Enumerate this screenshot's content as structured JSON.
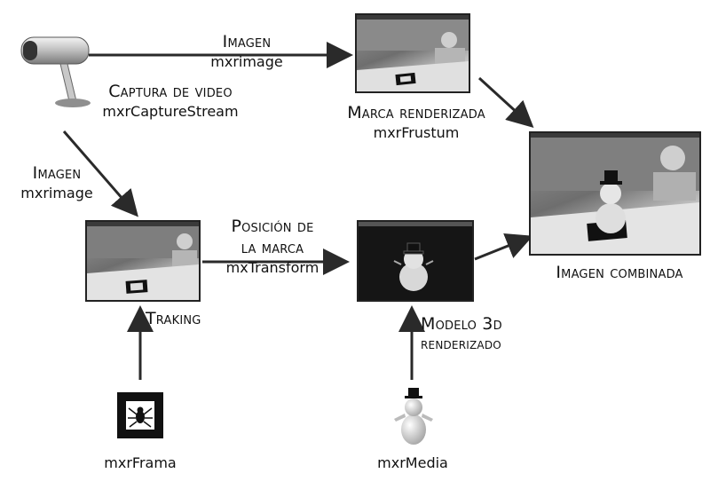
{
  "nodes": {
    "capture": {
      "title": "Captura de video",
      "code": "mxrCaptureStream"
    },
    "imagen_top": {
      "title": "Imagen",
      "code": "mxrimage"
    },
    "imagen_left": {
      "title": "Imagen",
      "code": "mxrimage"
    },
    "marca": {
      "title": "Marca renderizada",
      "code": "mxrFrustum"
    },
    "posicion": {
      "title_line1": "Posición de",
      "title_line2": "la marca",
      "code": "mxTransform"
    },
    "traking": {
      "title": "Traking"
    },
    "combinada": {
      "title": "Imagen combinada"
    },
    "modelo": {
      "title_line1": "Modelo 3d",
      "title_line2": "renderizado"
    },
    "frama": {
      "code": "mxrFrama"
    },
    "media": {
      "code": "mxrMedia"
    }
  },
  "colors": {
    "arrow": "#2a2a2a",
    "frame": "#222222"
  },
  "icons": [
    "webcam-icon",
    "spider-marker-icon",
    "snowman-icon"
  ]
}
